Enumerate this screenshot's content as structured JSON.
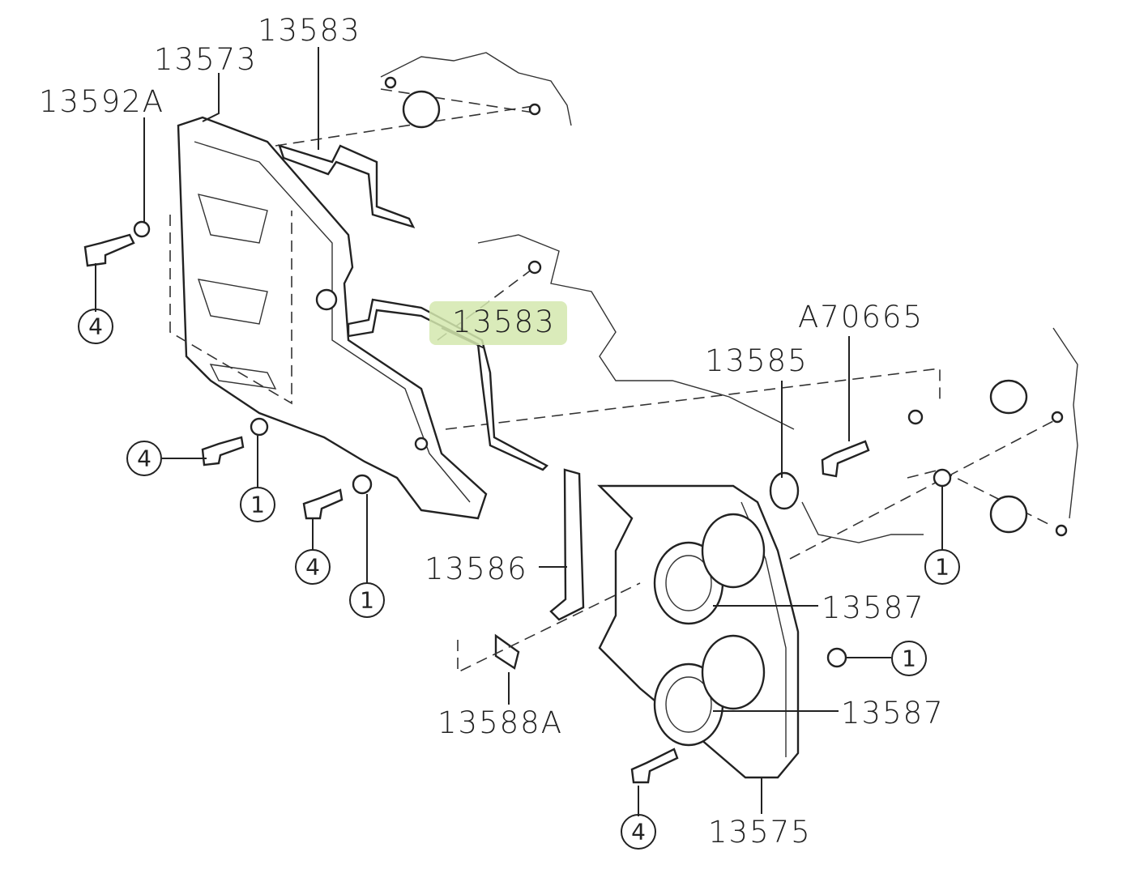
{
  "diagram": {
    "labels": {
      "gasket_upper_left": "13583",
      "cover_left": "13573",
      "bolt_left": "13592A",
      "gasket_highlighted": "13583",
      "stud": "A70665",
      "seal": "13585",
      "gasket_right_vertical": "13586",
      "seal_upper": "13587",
      "seal_lower": "13587",
      "plate": "13588A",
      "cover_right": "13575"
    },
    "callouts": [
      "4",
      "4",
      "1",
      "4",
      "1",
      "1",
      "1",
      "4"
    ],
    "highlight_color": "#d3e7ae"
  }
}
